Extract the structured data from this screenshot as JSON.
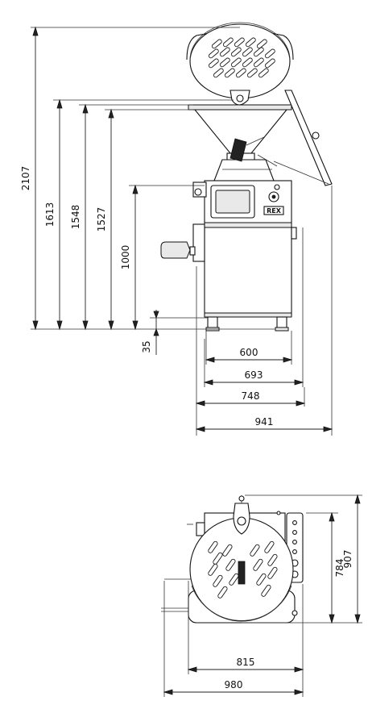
{
  "side_view": {
    "height_labels": [
      "2107",
      "1613",
      "1548",
      "1527",
      "1000",
      "35"
    ],
    "width_labels": [
      "600",
      "693",
      "748",
      "941"
    ]
  },
  "top_view": {
    "depth_labels": [
      "784",
      "907"
    ],
    "width_labels": [
      "815",
      "980"
    ]
  },
  "brand_logo": "REX"
}
